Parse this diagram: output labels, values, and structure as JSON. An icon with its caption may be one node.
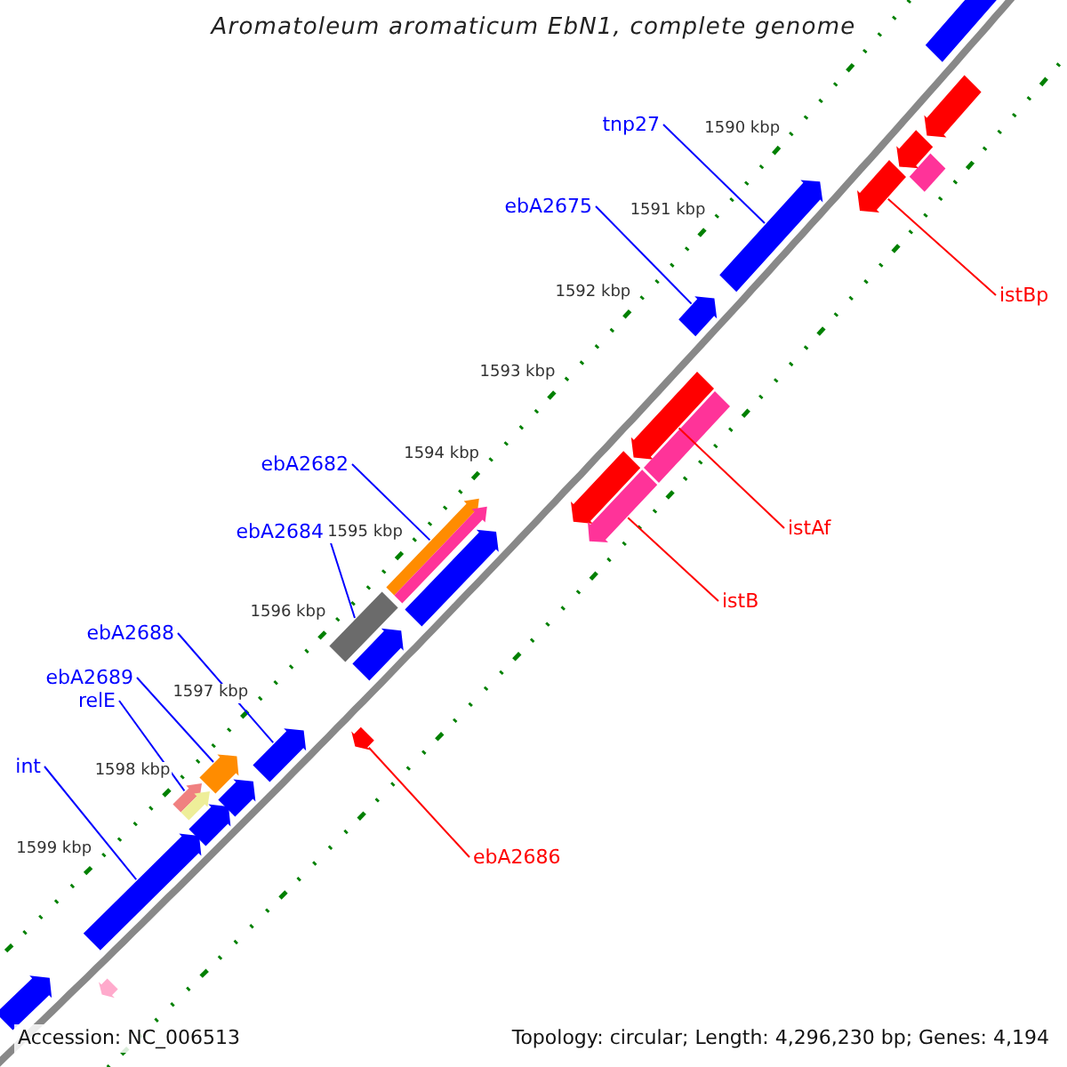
{
  "diagram": {
    "title": "Aromatoleum aromaticum EbN1, complete genome",
    "nodes": [
      {
        "text": [
          "tnp27"
        ]
      },
      {
        "text": [
          "ebA2675"
        ]
      },
      {
        "text": [
          "istBp"
        ]
      },
      {
        "text": [
          "ebA2682"
        ]
      },
      {
        "text": [
          "istAf"
        ]
      },
      {
        "text": [
          "ebA2684"
        ]
      },
      {
        "text": [
          "istB"
        ]
      },
      {
        "text": [
          "ebA2688"
        ]
      },
      {
        "text": [
          "ebA2689"
        ]
      },
      {
        "text": [
          "relE"
        ]
      },
      {
        "text": [
          "int"
        ]
      },
      {
        "text": [
          "ebA2686"
        ]
      },
      {
        "text": [],
        "shape": "arrow"
      },
      {
        "text": [],
        "shape": "arrow"
      },
      {
        "text": [],
        "shape": "arrow"
      },
      {
        "text": [],
        "shape": "box"
      },
      {
        "text": [],
        "shape": "arrow"
      },
      {
        "text": [],
        "shape": "arrow"
      },
      {
        "text": [],
        "shape": "arrow"
      },
      {
        "text": [],
        "shape": "arrow"
      },
      {
        "text": [],
        "shape": "box"
      },
      {
        "text": [],
        "shape": "arrow"
      },
      {
        "text": [],
        "shape": "arrow"
      },
      {
        "text": [],
        "shape": "arrow"
      },
      {
        "text": [],
        "shape": "arrow"
      },
      {
        "text": [],
        "shape": "arrow"
      },
      {
        "text": [],
        "shape": "box"
      },
      {
        "text": [],
        "shape": "arrow"
      },
      {
        "text": [],
        "shape": "arrow"
      },
      {
        "text": [],
        "shape": "arrow"
      },
      {
        "text": [],
        "shape": "arrow"
      },
      {
        "text": [],
        "shape": "arrow"
      },
      {
        "text": [],
        "shape": "arrow"
      },
      {
        "text": [],
        "shape": "arrow"
      },
      {
        "text": [],
        "shape": "arrow"
      },
      {
        "text": [],
        "shape": "arrow"
      },
      {
        "text": [],
        "shape": "arrow"
      },
      {
        "text": [],
        "shape": "arrow"
      }
    ],
    "edges": [
      {
        "from": 0,
        "to": 17,
        "arrow": "none"
      },
      {
        "from": 1,
        "to": 18,
        "arrow": "none"
      },
      {
        "from": 2,
        "to": 16,
        "arrow": "none",
        "color": "#ff0000"
      },
      {
        "from": 3,
        "to": 23,
        "arrow": "none"
      },
      {
        "from": 4,
        "to": 19,
        "arrow": "none",
        "color": "#ff0000"
      },
      {
        "from": 5,
        "to": 26,
        "arrow": "none"
      },
      {
        "from": 6,
        "to": 22,
        "arrow": "none",
        "color": "#ff0000"
      },
      {
        "from": 7,
        "to": 29,
        "arrow": "none"
      },
      {
        "from": 8,
        "to": 30,
        "arrow": "none"
      },
      {
        "from": 9,
        "to": 32,
        "arrow": "none"
      },
      {
        "from": 10,
        "to": 35,
        "arrow": "none"
      },
      {
        "from": 11,
        "to": 28,
        "arrow": "none",
        "color": "#ff0000"
      }
    ],
    "labels": [
      "1590 kbp",
      "1591 kbp",
      "1592 kbp",
      "1593 kbp",
      "1594 kbp",
      "1595 kbp",
      "1596 kbp",
      "1597 kbp",
      "1598 kbp",
      "1599 kbp",
      "Accession: NC_006513",
      "Topology: circular; Length: 4,296,230 bp; Genes: 4,194"
    ]
  }
}
